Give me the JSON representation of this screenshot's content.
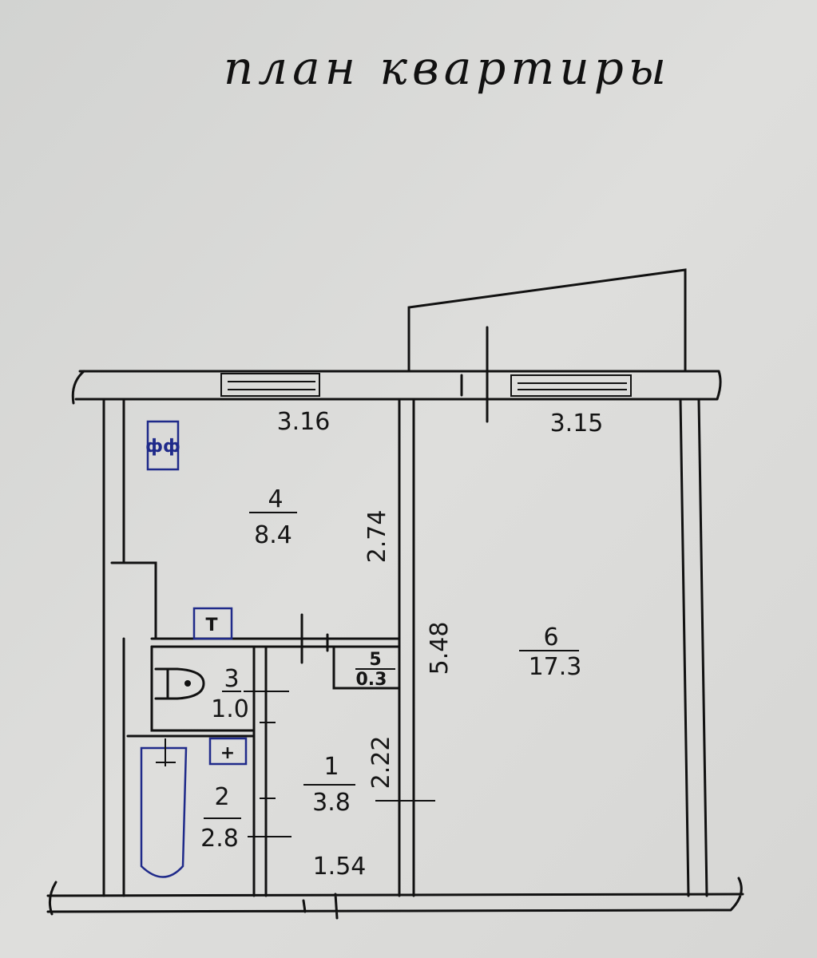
{
  "title": "план квартиры",
  "dimensions": {
    "kitchen_width": "3.16",
    "room_width": "3.15",
    "kitchen_length": "2.74",
    "room_length": "5.48",
    "corridor_length": "2.22",
    "corridor_width": "1.54"
  },
  "rooms": [
    {
      "number": "1",
      "area": "3.8"
    },
    {
      "number": "2",
      "area": "2.8"
    },
    {
      "number": "3",
      "area": "1.0"
    },
    {
      "number": "4",
      "area": "8.4"
    },
    {
      "number": "5",
      "area": "0.3"
    },
    {
      "number": "6",
      "area": "17.3"
    }
  ],
  "fixture_labels": {
    "riser_top": "T",
    "riser_bottom": "+"
  },
  "colors": {
    "ink": "#111111",
    "pen_blue": "#1f2a8a",
    "paper": "#dcdcda"
  }
}
